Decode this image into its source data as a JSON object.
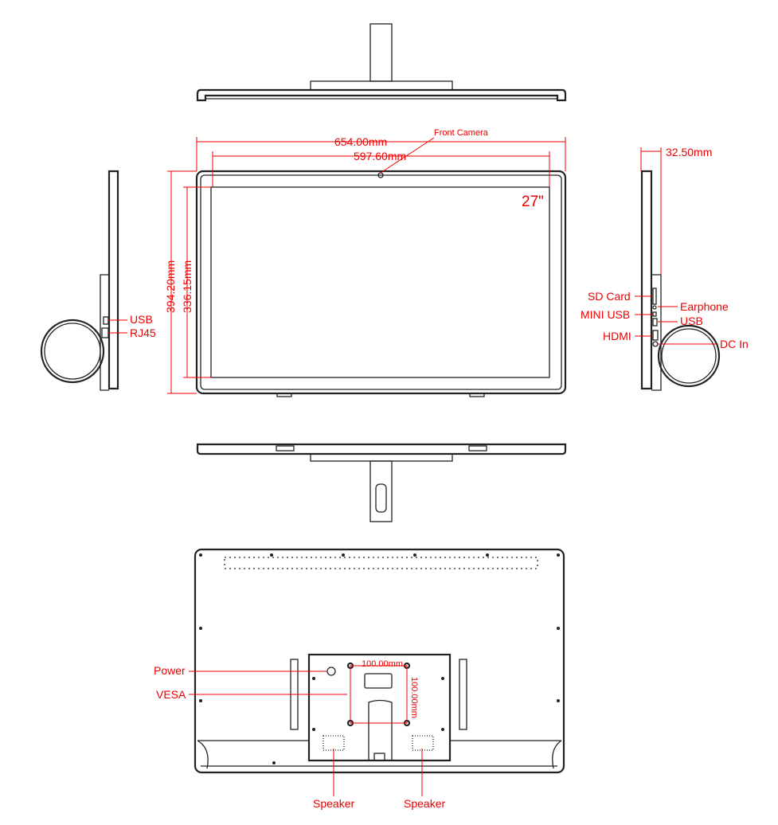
{
  "dimensions": {
    "width_overall": "654.00mm",
    "width_screen": "597.60mm",
    "height_overall": "394.20mm",
    "height_screen": "336.15mm",
    "depth": "32.50mm",
    "vesa_horizontal": "100.00mm",
    "vesa_vertical": "100.00mm"
  },
  "screen_size": "27\"",
  "labels": {
    "front_camera": "Front Camera",
    "left_usb": "USB",
    "left_rj45": "RJ45",
    "sd_card": "SD Card",
    "mini_usb": "MINI USB",
    "hdmi": "HDMI",
    "earphone": "Earphone",
    "right_usb": "USB",
    "dc_in": "DC In",
    "power": "Power",
    "vesa": "VESA",
    "speaker_left": "Speaker",
    "speaker_right": "Speaker"
  },
  "colors": {
    "annotation": "#e00000",
    "outline": "#222222"
  }
}
